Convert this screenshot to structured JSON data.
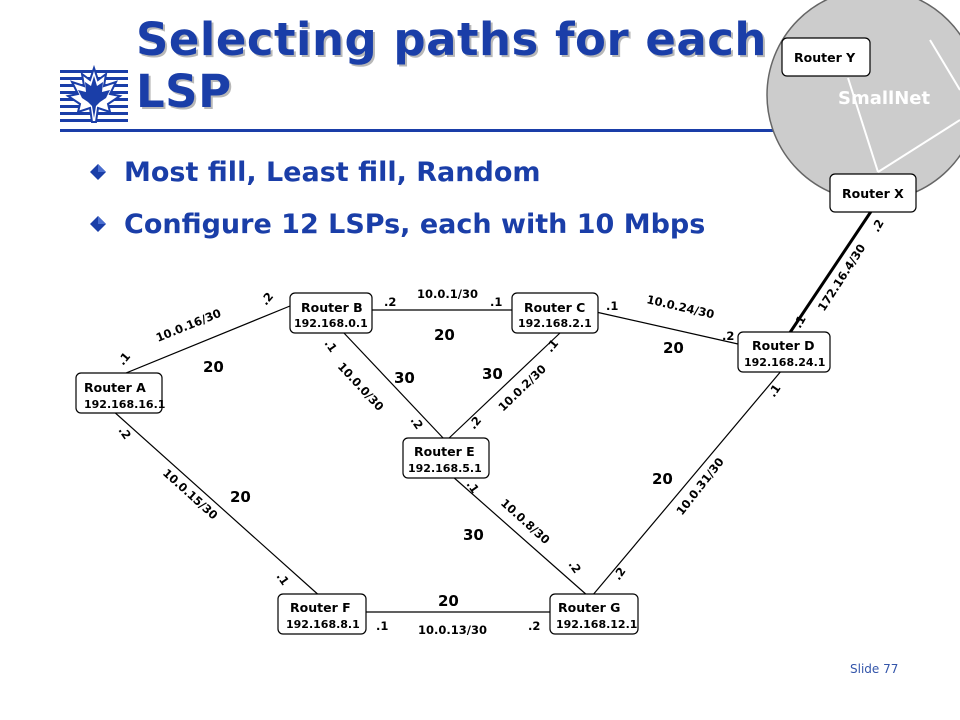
{
  "slide": {
    "title": "Selecting paths for each LSP",
    "bullets": [
      "Most fill, Least fill, Random",
      "Configure 12 LSPs, each with 10 Mbps"
    ],
    "slide_number": "Slide 77"
  },
  "colors": {
    "title": "#1a3ea8",
    "cloud": "#cccccc",
    "cloud_label": "#ffffff"
  },
  "cloud": {
    "label": "SmallNet"
  },
  "routers": {
    "A": {
      "name": "Router A",
      "ip": "192.168.16.1"
    },
    "B": {
      "name": "Router B",
      "ip": "192.168.0.1"
    },
    "C": {
      "name": "Router C",
      "ip": "192.168.2.1"
    },
    "D": {
      "name": "Router D",
      "ip": "192.168.24.1"
    },
    "E": {
      "name": "Router E",
      "ip": "192.168.5.1"
    },
    "F": {
      "name": "Router F",
      "ip": "192.168.8.1"
    },
    "G": {
      "name": "Router G",
      "ip": "192.168.12.1"
    },
    "X": {
      "name": "Router X"
    },
    "Y": {
      "name": "Router Y"
    }
  },
  "links": {
    "AB": {
      "subnet": "10.0.16/30",
      "weight": "20",
      "end1": ".1",
      "end2": ".2"
    },
    "BC": {
      "subnet": "10.0.1/30",
      "weight": "20",
      "end1": ".2",
      "end2": ".1"
    },
    "CD": {
      "subnet": "10.0.24/30",
      "weight": "20",
      "end1": ".1",
      "end2": ".2"
    },
    "BE": {
      "subnet": "10.0.0/30",
      "weight": "30",
      "end1": ".1",
      "end2": ".2"
    },
    "CE": {
      "subnet": "10.0.2/30",
      "weight": "30",
      "end1": ".1",
      "end2": ".2"
    },
    "AF": {
      "subnet": "10.0.15/30",
      "weight": "20",
      "end1": ".2",
      "end2": ".1"
    },
    "EG": {
      "subnet": "10.0.8/30",
      "weight": "30",
      "end1": ".1",
      "end2": ".2"
    },
    "FG": {
      "subnet": "10.0.13/30",
      "weight": "20",
      "end1": ".1",
      "end2": ".2"
    },
    "GD": {
      "subnet": "10.0.31/30",
      "weight": "20",
      "end1": ".2",
      "end2": ".1"
    },
    "DX": {
      "subnet": "172.16.4/30",
      "end1": ".1",
      "end2": ".2"
    }
  }
}
